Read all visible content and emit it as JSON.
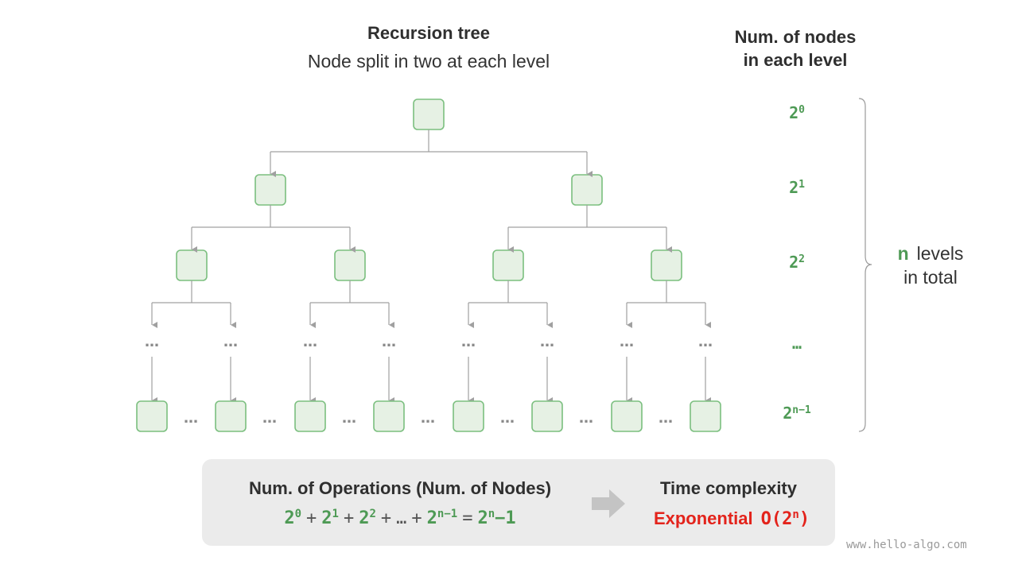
{
  "title": "Recursion tree",
  "subtitle": "Node split in two at each level",
  "column_header": [
    "Num. of nodes",
    "in each level"
  ],
  "level_counts": [
    {
      "base": "2",
      "exp": "0"
    },
    {
      "base": "2",
      "exp": "1"
    },
    {
      "base": "2",
      "exp": "2"
    },
    {
      "base": "…",
      "exp": ""
    },
    {
      "base": "2",
      "exp": "n−1"
    }
  ],
  "ellipsis": "…",
  "brace_label": {
    "n": "n",
    "line1": "levels",
    "line2": "in total"
  },
  "operations": {
    "heading": "Num. of Operations (Num. of Nodes)",
    "terms": [
      {
        "base": "2",
        "exp": "0"
      },
      {
        "base": "2",
        "exp": "1"
      },
      {
        "base": "2",
        "exp": "2"
      },
      {
        "base": "…",
        "exp": ""
      },
      {
        "base": "2",
        "exp": "n−1"
      }
    ],
    "plus": "+",
    "equals": "=",
    "result": {
      "base": "2",
      "exp": "n",
      "suffix": "−1"
    }
  },
  "time_complexity": {
    "heading": "Time complexity",
    "label": "Exponential",
    "notation": {
      "prefix": "O(2",
      "exp": "n",
      "suffix": ")"
    }
  },
  "watermark": "www.hello-algo.com",
  "colors": {
    "node_fill": "#e6f1e4",
    "node_stroke": "#7bbf7f",
    "line": "#a0a0a0",
    "accent_green": "#4e9a55",
    "accent_red": "#e3231b"
  }
}
